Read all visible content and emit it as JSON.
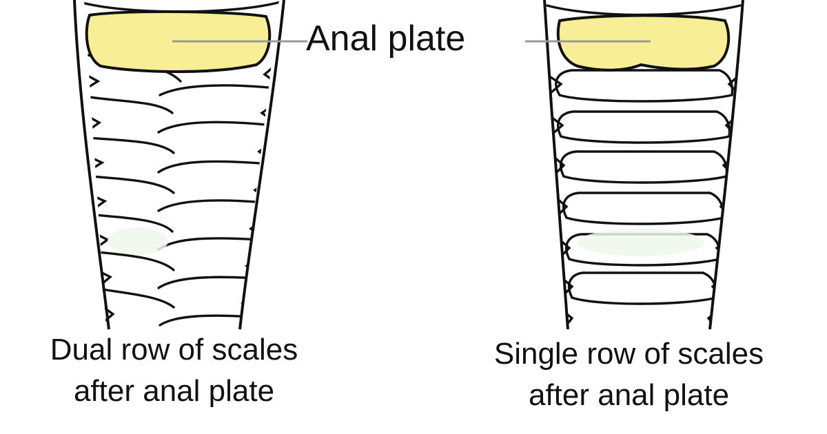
{
  "label": {
    "text": "Anal plate"
  },
  "left": {
    "caption": [
      "Dual row of scales",
      "after anal plate"
    ]
  },
  "right": {
    "caption": [
      "Single row of scales",
      "after anal plate"
    ]
  },
  "colors": {
    "plate": "#f8ee96",
    "tint": "#eef7ea",
    "stroke": "#111111",
    "leader": "#999999"
  }
}
